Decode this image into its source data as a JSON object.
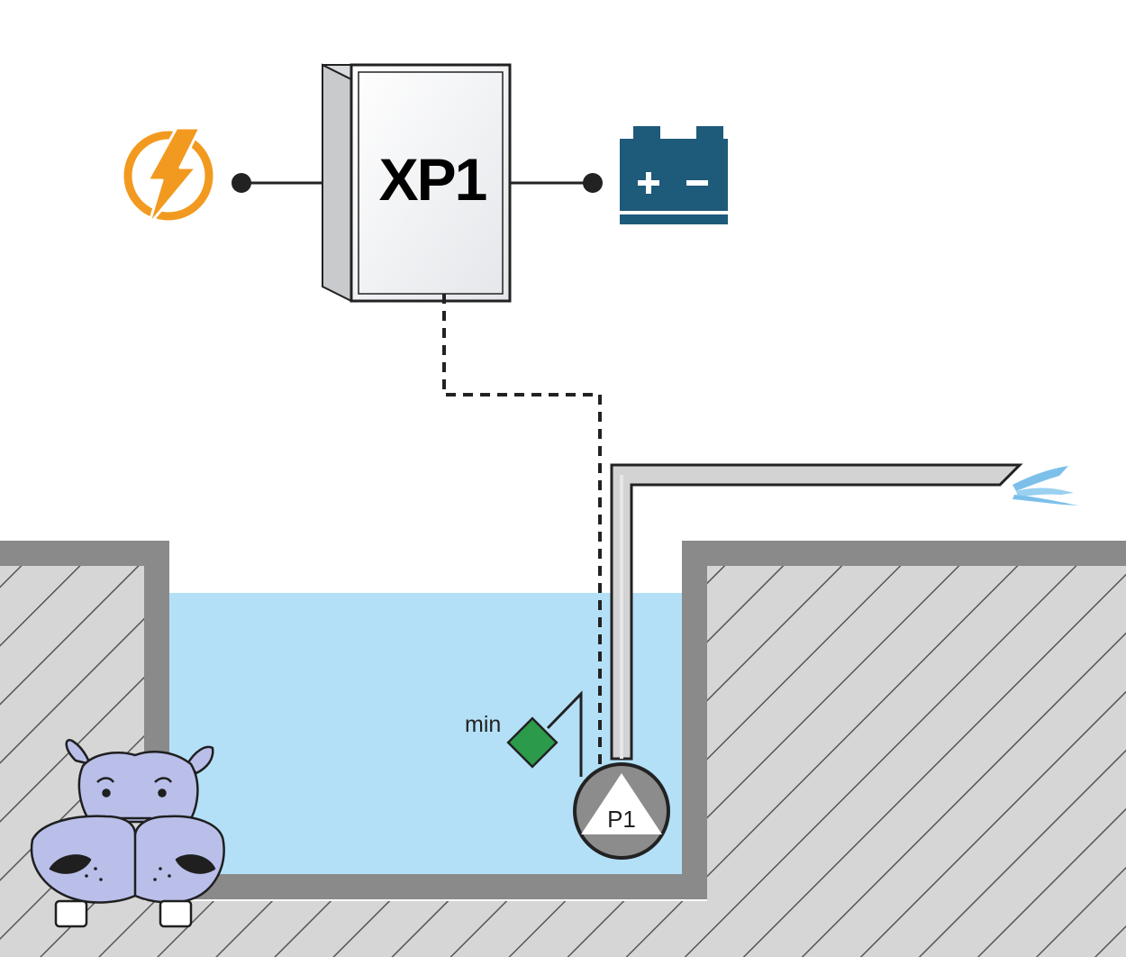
{
  "controller": {
    "label": "XP1"
  },
  "pump": {
    "label": "P1"
  },
  "float_switch": {
    "label": "min"
  },
  "icons": {
    "power": "lightning-bolt-icon",
    "battery": "battery-icon",
    "mascot": "hippo-mascot-icon"
  },
  "colors": {
    "power": "#f29a1f",
    "battery": "#1e5a7a",
    "water": "#b3e0f7",
    "wall": "#8a8a8a",
    "ground": "#d6d6d6",
    "float_switch": "#2b9a4a",
    "hippo": "#b9bfe9"
  }
}
